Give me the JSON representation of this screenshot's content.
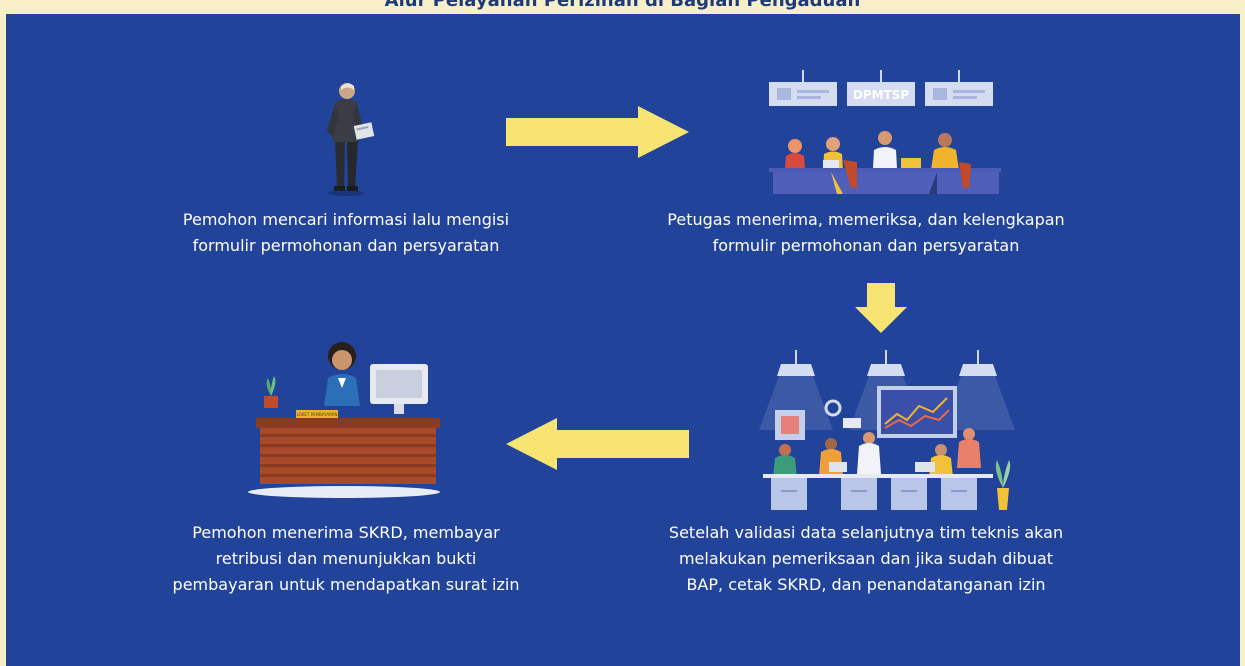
{
  "header": {
    "title": "Alur Pelayanan Perizinan di Bagian Pengaduan"
  },
  "colors": {
    "background": "#22439a",
    "frame": "#f7efc8",
    "arrow": "#f8e473",
    "text": "#ffffff"
  },
  "steps": [
    {
      "lines": [
        "Pemohon mencari informasi lalu mengisi",
        "formulir permohonan dan persyaratan"
      ],
      "icon": "applicant-with-document-icon"
    },
    {
      "lines": [
        "Petugas menerima, memeriksa, dan kelengkapan",
        "formulir permohonan dan persyaratan"
      ],
      "icon": "service-counter-icon",
      "counter_sign": "DPMTSP"
    },
    {
      "lines": [
        "Setelah validasi data selanjutnya tim teknis akan",
        "melakukan pemeriksaan dan jika sudah dibuat",
        "BAP, cetak SKRD, dan penandatanganan izin"
      ],
      "icon": "technical-team-office-icon"
    },
    {
      "lines": [
        "Pemohon menerima SKRD, membayar",
        "retribusi dan menunjukkan bukti",
        "pembayaran untuk mendapatkan surat izin"
      ],
      "icon": "payment-desk-officer-icon",
      "desk_label": "LOKET PEMBAYARAN"
    }
  ],
  "arrows": [
    {
      "direction": "right",
      "from": 1,
      "to": 2
    },
    {
      "direction": "down",
      "from": 2,
      "to": 3
    },
    {
      "direction": "left",
      "from": 3,
      "to": 4
    }
  ]
}
